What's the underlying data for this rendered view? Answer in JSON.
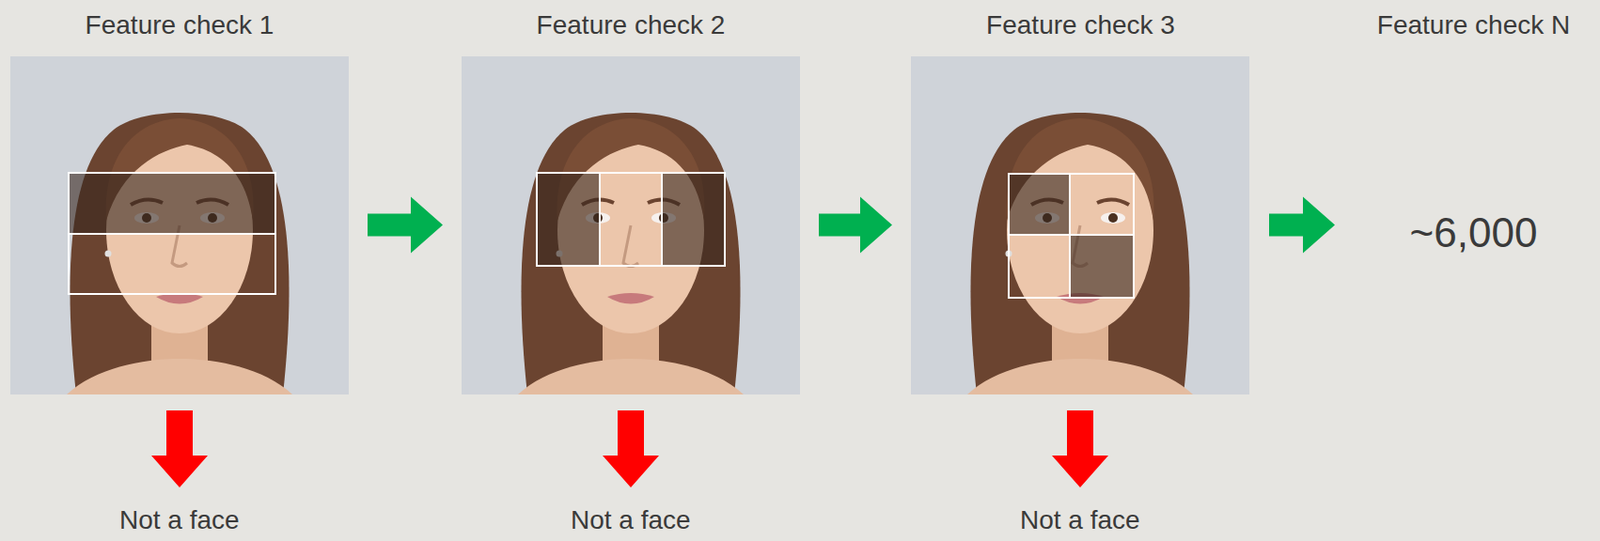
{
  "diagram": {
    "nodes": [
      {
        "text": [
          "Feature check 1"
        ]
      },
      {
        "text": [
          "Feature check 2"
        ]
      },
      {
        "text": [
          "Feature check 3"
        ]
      },
      {
        "text": [
          "Feature check N",
          "~6,000"
        ]
      }
    ],
    "edges": [
      {
        "from": 0,
        "to": 1,
        "arrow": "to"
      },
      {
        "from": 1,
        "to": 2,
        "arrow": "to"
      },
      {
        "from": 2,
        "to": 3,
        "arrow": "to"
      }
    ],
    "labels": [
      "Not a face",
      "Not a face",
      "Not a face"
    ]
  }
}
